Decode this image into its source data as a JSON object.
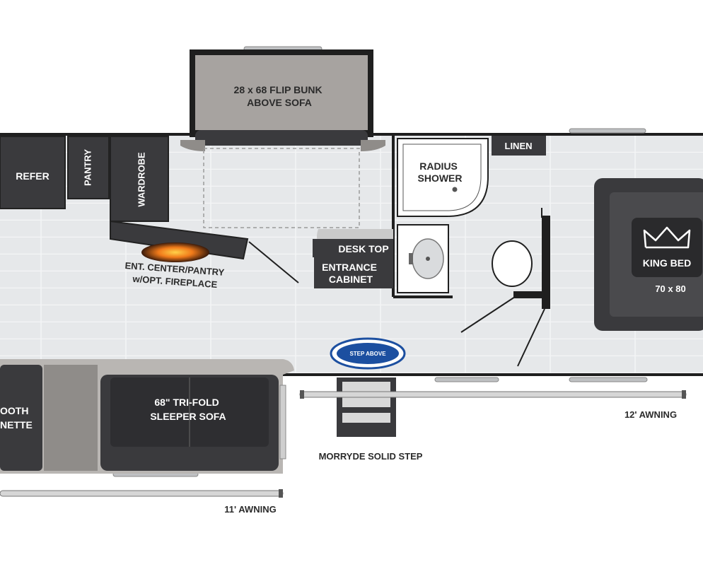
{
  "labels": {
    "flip_bunk": [
      "28 x 68 FLIP BUNK",
      "ABOVE SOFA"
    ],
    "refer": "REFER",
    "pantry": "PANTRY",
    "wardrobe": "WARDROBE",
    "ent_center": [
      "ENT. CENTER/PANTRY",
      "w/OPT. FIREPLACE"
    ],
    "radius_shower": [
      "RADIUS",
      "SHOWER"
    ],
    "linen": "LINEN",
    "desk_top": "DESK TOP",
    "entrance_cabinet": [
      "ENTRANCE",
      "CABINET"
    ],
    "king_bed": "KING BED",
    "king_bed_size": "70 x 80",
    "tri_fold_sofa": [
      "68\" TRI-FOLD",
      "SLEEPER SOFA"
    ],
    "booth_dinette": [
      "OOTH",
      "NETTE"
    ],
    "morryde_step": "MORRYDE SOLID STEP",
    "awning_12": "12' AWNING",
    "awning_11": "11' AWNING",
    "step_above_logo": "STEP ABOVE"
  },
  "colors": {
    "floor": "#e4e6e8",
    "wall": "#1f1f1f",
    "furniture_dark": "#3a3a3d",
    "furniture_mid": "#8f8c89",
    "bunk_face": "#a7a3a0",
    "logo_blue": "#1c4fa0"
  }
}
